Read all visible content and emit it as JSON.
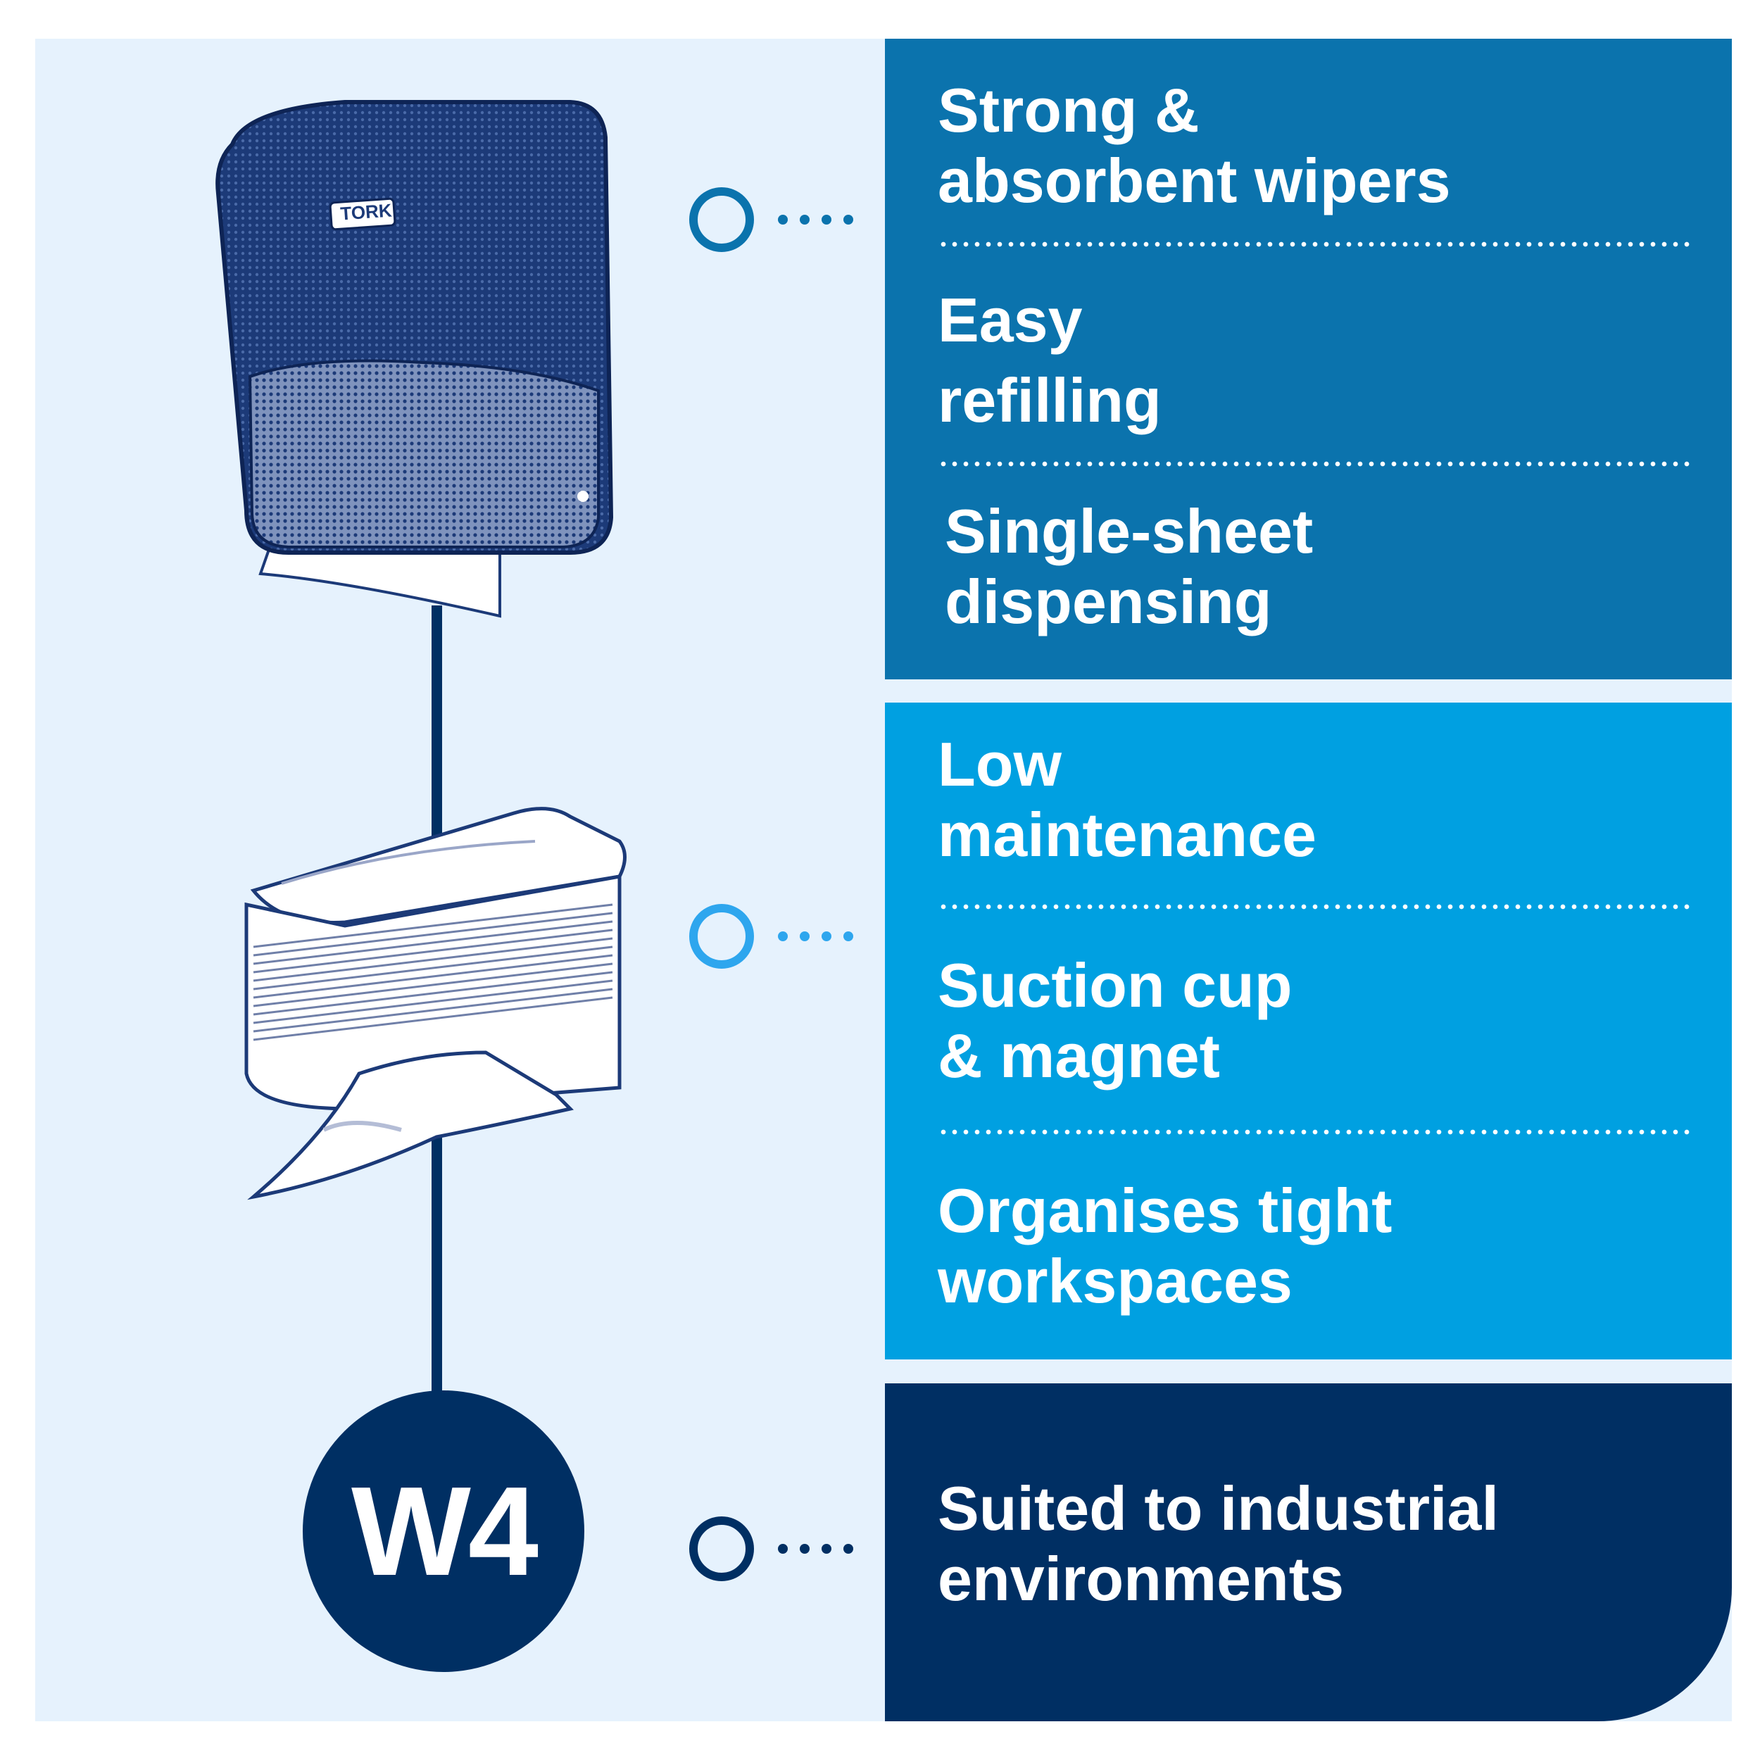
{
  "brand": {
    "logo_text": "TORK"
  },
  "colors": {
    "background": "#e6f2fd",
    "panel_top": "#0b73ad",
    "panel_middle": "#00a0e1",
    "panel_bottom": "#002f63",
    "text": "#ffffff"
  },
  "badge": {
    "label": "W4"
  },
  "groups": [
    {
      "features": [
        {
          "line1": "Strong &",
          "line2": "absorbent wipers"
        },
        {
          "line1": "Easy",
          "line2": "refilling"
        },
        {
          "line1": "Single-sheet",
          "line2": "dispensing"
        }
      ]
    },
    {
      "features": [
        {
          "line1": "Low",
          "line2": "maintenance"
        },
        {
          "line1": "Suction cup",
          "line2": "& magnet"
        },
        {
          "line1": "Organises tight",
          "line2": "workspaces"
        }
      ]
    },
    {
      "features": [
        {
          "line1": "Suited to industrial",
          "line2": "environments"
        }
      ]
    }
  ]
}
